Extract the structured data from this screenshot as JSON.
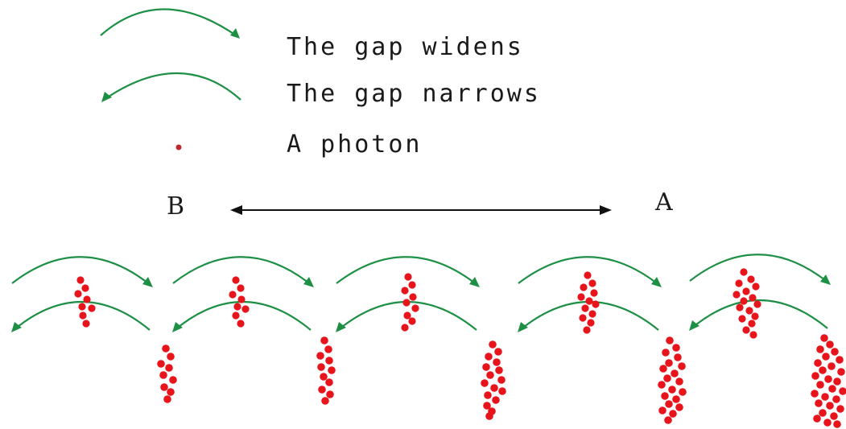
{
  "legend": {
    "widens_label": "The gap widens",
    "narrows_label": "The gap narrows",
    "photon_label": "A photon"
  },
  "axis": {
    "left_label": "B",
    "right_label": "A"
  },
  "colors": {
    "arrow": "#1e9046",
    "photon": "#e8141b",
    "legend_photon": "#c0282d",
    "axis_line": "#111111",
    "text": "#1a1a1a"
  },
  "icons": {
    "widens": "arc-arrow-right-icon",
    "narrows": "arc-arrow-left-icon",
    "photon": "dot-icon",
    "axis": "double-headed-arrow-icon"
  }
}
